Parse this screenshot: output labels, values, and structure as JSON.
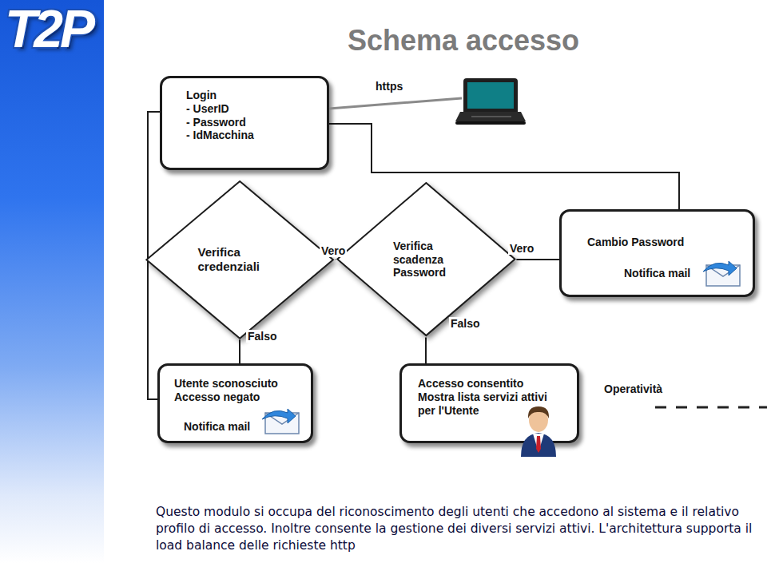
{
  "diagram": {
    "title": "Schema accesso",
    "caption": "Questo modulo si occupa del riconoscimento degli utenti che accedono al sistema e il relativo profilo di accesso. Inoltre consente la gestione dei diversi servizi attivi. L'architettura supporta il load balance delle richieste http",
    "nodes": [
      {
        "text": [
          "Login",
          "- UserID",
          "- Password",
          "- IdMacchina"
        ]
      },
      {
        "text": [
          "Verifica credenziali"
        ]
      },
      {
        "text": [
          "Verifica scadenza Password"
        ]
      },
      {
        "text": [
          "Cambio Password",
          "Notifica mail"
        ]
      },
      {
        "text": [
          "Utente sconosciuto Accesso negato",
          "Notifica mail"
        ]
      },
      {
        "text": [
          "Accesso consentito Mostra lista servizi attivi per l'Utente"
        ]
      }
    ],
    "edges": [
      {
        "from": 1,
        "to": 2,
        "arrow": "none",
        "label": "Vero"
      },
      {
        "from": 2,
        "to": 3,
        "arrow": "none",
        "label": "Vero"
      },
      {
        "from": 1,
        "to": 4,
        "arrow": "none",
        "label": "Falso"
      },
      {
        "from": 2,
        "to": 5,
        "arrow": "none",
        "label": "Falso"
      },
      {
        "from": 4,
        "to": 0,
        "arrow": "none"
      },
      {
        "from": 3,
        "to": 0,
        "arrow": "none"
      }
    ],
    "labels": [
      "T2P",
      "https",
      "Operatività"
    ]
  }
}
